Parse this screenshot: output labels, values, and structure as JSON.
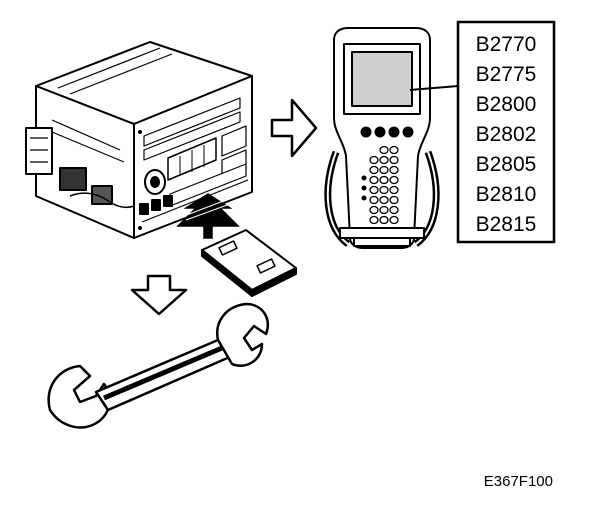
{
  "figure": {
    "id": "E367F100"
  },
  "dtc_panel": {
    "codes": [
      "B2770",
      "B2775",
      "B2800",
      "B2802",
      "B2805",
      "B2810",
      "B2815"
    ]
  },
  "components": {
    "radio": "radio-unit",
    "connector": "connector-block",
    "scan_tool": "scan-tool",
    "wrench": "wrench-icon"
  },
  "colors": {
    "ink": "#000000",
    "paper": "#ffffff",
    "screen": "#cfcfcf",
    "shade": "#555555"
  }
}
